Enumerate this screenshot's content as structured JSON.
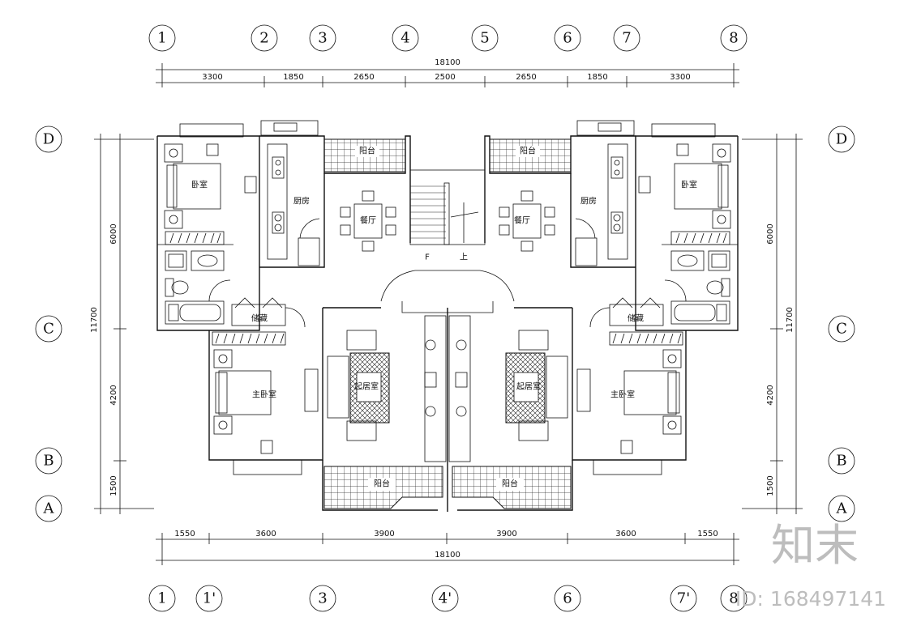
{
  "axes_top": [
    "1",
    "2",
    "3",
    "4",
    "5",
    "6",
    "7",
    "8"
  ],
  "axes_bottom": [
    "1",
    "1'",
    "3",
    "4'",
    "6",
    "7'",
    "8"
  ],
  "axes_left": [
    "D",
    "C",
    "B",
    "A"
  ],
  "axes_right": [
    "D",
    "C",
    "B",
    "A"
  ],
  "dims_top": {
    "total": "18100",
    "segments": [
      "3300",
      "1850",
      "2650",
      "2500",
      "2650",
      "1850",
      "3300"
    ]
  },
  "dims_bottom": {
    "total": "18100",
    "segments": [
      "1550",
      "3600",
      "3900",
      "3900",
      "3600",
      "1550"
    ]
  },
  "dims_left": {
    "total": "11700",
    "segments": [
      "6000",
      "4200",
      "1500"
    ]
  },
  "dims_right": {
    "total": "11700",
    "segments": [
      "6000",
      "4200",
      "1500"
    ]
  },
  "rooms": {
    "bedroom": "卧室",
    "kitchen": "厨房",
    "balcony": "阳台",
    "dining": "餐厅",
    "storage": "储藏",
    "master_bedroom": "主卧室",
    "living": "起居室",
    "stair_down": "F",
    "stair_up": "上"
  },
  "watermark": {
    "logo": "知末",
    "id": "ID: 168497141"
  }
}
